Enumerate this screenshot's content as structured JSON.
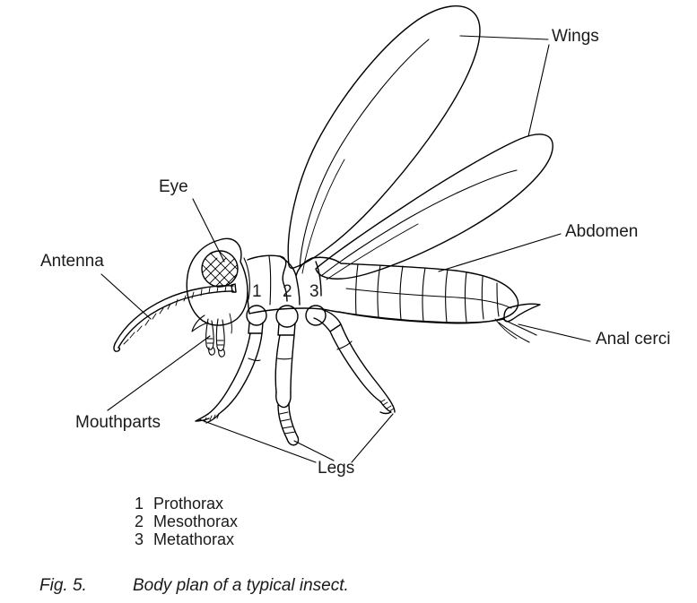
{
  "figure": {
    "caption_id": "Fig. 5.",
    "caption_text": "Body plan of a typical insect.",
    "subject": "typical insect body plan"
  },
  "callouts": [
    {
      "id": "wings",
      "label": "Wings"
    },
    {
      "id": "abdomen",
      "label": "Abdomen"
    },
    {
      "id": "anal-cerci",
      "label": "Anal cerci"
    },
    {
      "id": "eye",
      "label": "Eye"
    },
    {
      "id": "antenna",
      "label": "Antenna"
    },
    {
      "id": "mouthparts",
      "label": "Mouthparts"
    },
    {
      "id": "legs",
      "label": "Legs"
    }
  ],
  "segment_numbers": {
    "prothorax": "1",
    "mesothorax": "2",
    "metathorax": "3"
  },
  "legend": [
    {
      "key": "1",
      "name": "Prothorax"
    },
    {
      "key": "2",
      "name": "Mesothorax"
    },
    {
      "key": "3",
      "name": "Metathorax"
    }
  ],
  "colors": {
    "background": "#ffffff",
    "ink": "#000000",
    "text": "#1a1a1a"
  }
}
